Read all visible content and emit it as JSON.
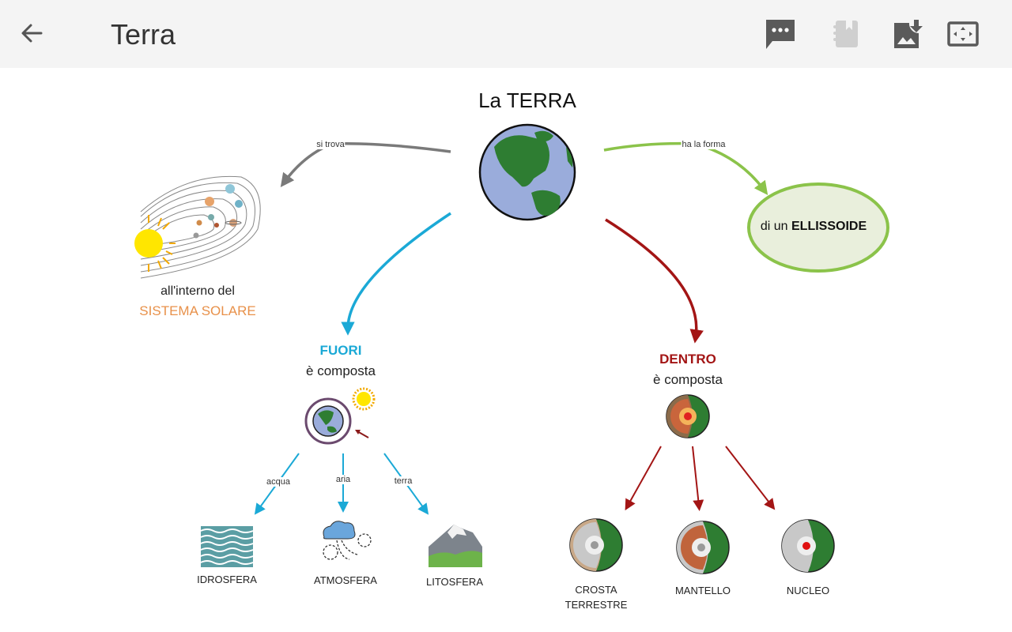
{
  "app": {
    "title": "Terra",
    "back_icon": "arrow-left-icon",
    "toolbar": [
      {
        "name": "comments-button",
        "icon": "chat-bubble-dots-icon",
        "enabled": true
      },
      {
        "name": "notebook-button",
        "icon": "notebook-bookmark-icon",
        "enabled": false
      },
      {
        "name": "save-image-button",
        "icon": "image-download-icon",
        "enabled": true
      },
      {
        "name": "fit-screen-button",
        "icon": "fit-screen-icon",
        "enabled": true
      }
    ]
  },
  "map": {
    "root": {
      "title": "La TERRA",
      "image": "earth-globe-icon"
    },
    "links": {
      "si_trova": "si trova",
      "ha_la_forma": "ha la forma",
      "acqua": "acqua",
      "aria": "aria",
      "terra": "terra"
    },
    "solar": {
      "line1": "all'interno del",
      "line2": "SISTEMA SOLARE",
      "image": "solar-system-icon"
    },
    "shape": {
      "prefix": "di un ",
      "emphasis": "ELLISSOIDE"
    },
    "outside": {
      "heading": "FUORI",
      "sub": "è composta",
      "image": "earth-atmosphere-sun-icon"
    },
    "inside": {
      "heading": "DENTRO",
      "sub": "è composta",
      "image": "earth-layers-icon"
    },
    "outside_children": [
      {
        "label": "IDROSFERA",
        "image": "water-waves-icon"
      },
      {
        "label": "ATMOSFERA",
        "image": "cloud-wind-icon"
      },
      {
        "label": "LITOSFERA",
        "image": "mountain-icon"
      }
    ],
    "inside_children": [
      {
        "label1": "CROSTA",
        "label2": "TERRESTRE",
        "image": "earth-crust-icon"
      },
      {
        "label1": "MANTELLO",
        "label2": "",
        "image": "earth-mantle-icon"
      },
      {
        "label1": "NUCLEO",
        "label2": "",
        "image": "earth-core-icon"
      }
    ],
    "colors": {
      "gray_link": "#7a7a7a",
      "green_link": "#8bc34a",
      "blue_link": "#1ba9d6",
      "red_link": "#a31515",
      "solar_text": "#e8914a",
      "ellipse_fill": "#e9efdc"
    }
  }
}
